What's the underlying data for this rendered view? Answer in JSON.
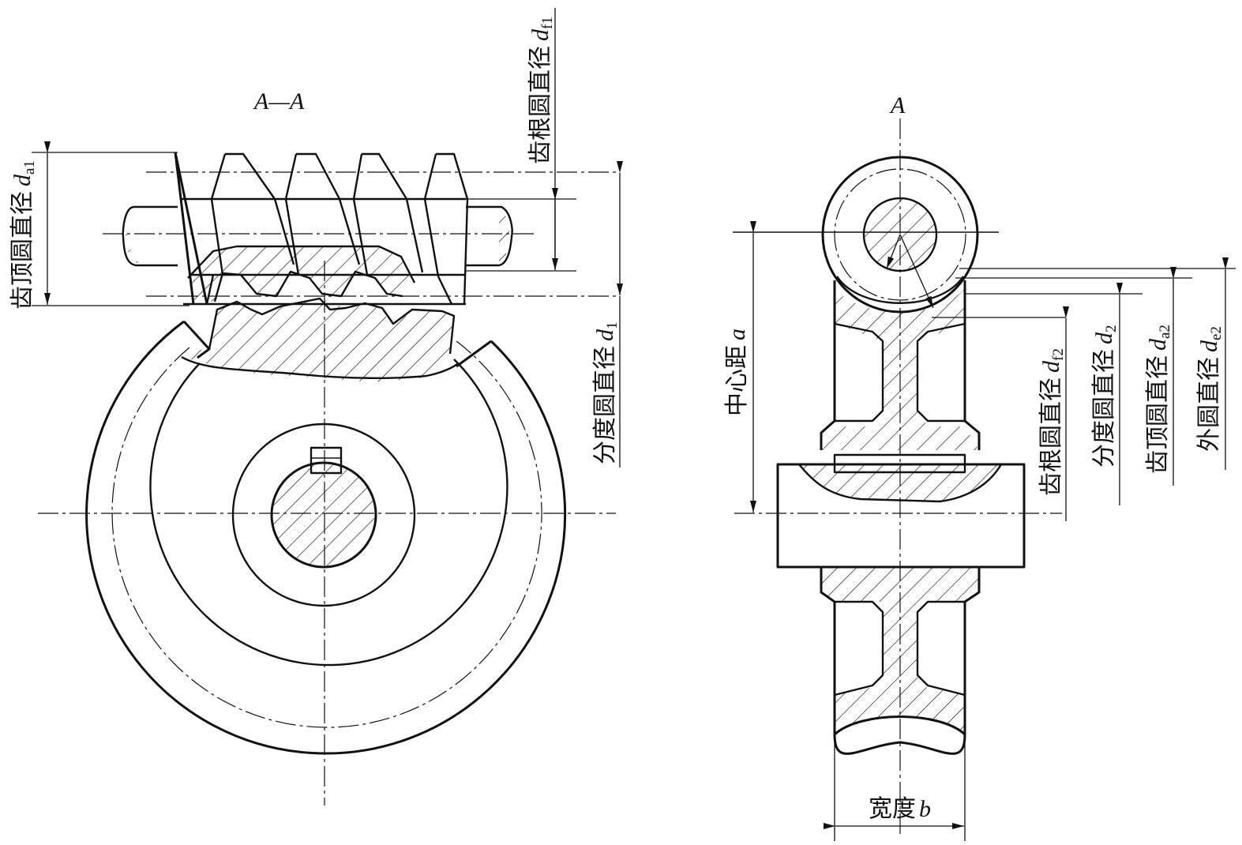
{
  "views": {
    "section_title": "A—A",
    "view_letter": "A"
  },
  "labels": {
    "tip_diameter_worm": {
      "text": "齿顶圆直径",
      "sym": "d",
      "sub": "a1"
    },
    "root_diameter_worm": {
      "text": "齿根圆直径",
      "sym": "d",
      "sub": "f1"
    },
    "pitch_diameter_worm": {
      "text": "分度圆直径",
      "sym": "d",
      "sub": "1"
    },
    "center_distance": {
      "text": "中心距",
      "sym": "a"
    },
    "root_diameter_wheel": {
      "text": "齿根圆直径",
      "sym": "d",
      "sub": "f2"
    },
    "pitch_diameter_wheel": {
      "text": "分度圆直径",
      "sym": "d",
      "sub": "2"
    },
    "tip_diameter_wheel": {
      "text": "齿顶圆直径",
      "sym": "d",
      "sub": "a2"
    },
    "outer_diameter_wheel": {
      "text": "外圆直径",
      "sym": "d",
      "sub": "e2"
    },
    "width": {
      "text": "宽度",
      "sym": "b"
    }
  }
}
